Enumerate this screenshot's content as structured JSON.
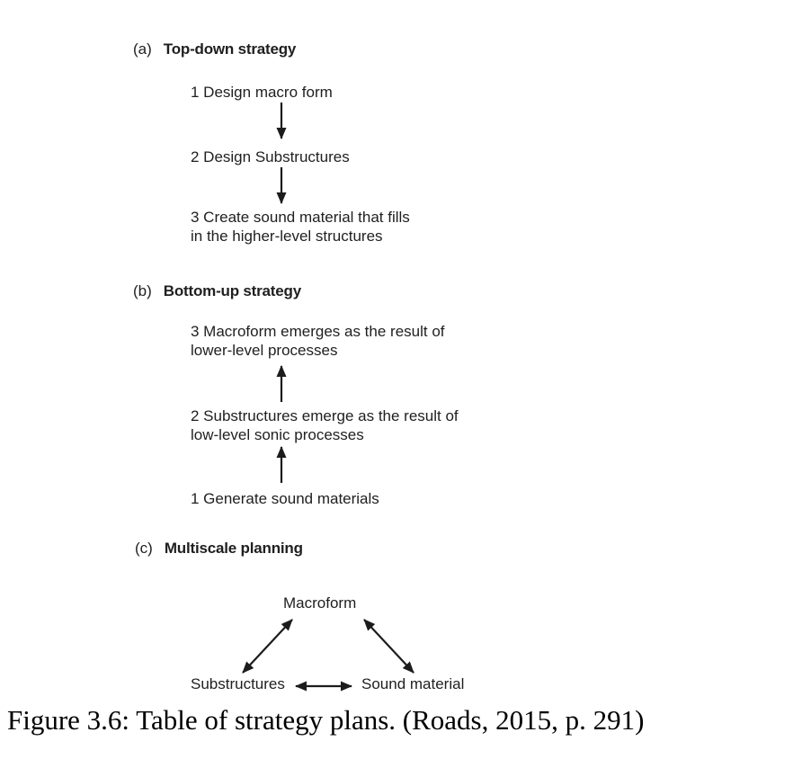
{
  "sections": {
    "a": {
      "label": "(a)",
      "title": "Top-down strategy",
      "steps": [
        "1 Design macro form",
        "2 Design Substructures",
        "3 Create sound material that fills\nin the higher-level structures"
      ],
      "arrow_direction": "down"
    },
    "b": {
      "label": "(b)",
      "title": "Bottom-up strategy",
      "steps": [
        "3 Macroform emerges as the result of\nlower-level processes",
        "2 Substructures emerge as the result of\nlow-level sonic processes",
        "1 Generate sound materials"
      ],
      "arrow_direction": "up"
    },
    "c": {
      "label": "(c)",
      "title": "Multiscale planning",
      "nodes": {
        "top": "Macroform",
        "bottom_left": "Substructures",
        "bottom_right": "Sound material"
      },
      "connections": "bidirectional triangle: Macroform-Substructures, Macroform-Sound material, Substructures-Sound material"
    }
  },
  "caption": "Figure 3.6: Table of strategy plans. (Roads, 2015, p. 291)",
  "colors": {
    "text": "#1f1f1f",
    "arrow": "#1c1c1c",
    "caption_text": "#000000",
    "background": "#ffffff"
  }
}
